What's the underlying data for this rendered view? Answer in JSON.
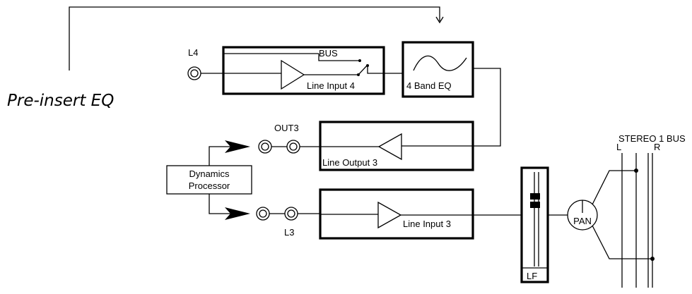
{
  "caption": "Pre-insert EQ",
  "labels": {
    "l4_jack": "L4",
    "bus": "BUS",
    "line_input_4": "Line Input 4",
    "eq_block": "4 Band EQ",
    "out3_jack": "OUT3",
    "line_output_3": "Line Output 3",
    "dynamics_line1": "Dynamics",
    "dynamics_line2": "Processor",
    "line_input_3": "Line Input 3",
    "l3_jack": "L3",
    "lf": "LF",
    "pan": "PAN",
    "stereo_bus": "STEREO 1 BUS",
    "left": "L",
    "right": "R"
  },
  "icons": {
    "eq_curve": "eq-curve-icon",
    "amplifier": "amplifier-triangle-icon",
    "jack": "input-jack-icon",
    "fader": "fader-icon",
    "arrow": "signal-arrow-icon"
  }
}
